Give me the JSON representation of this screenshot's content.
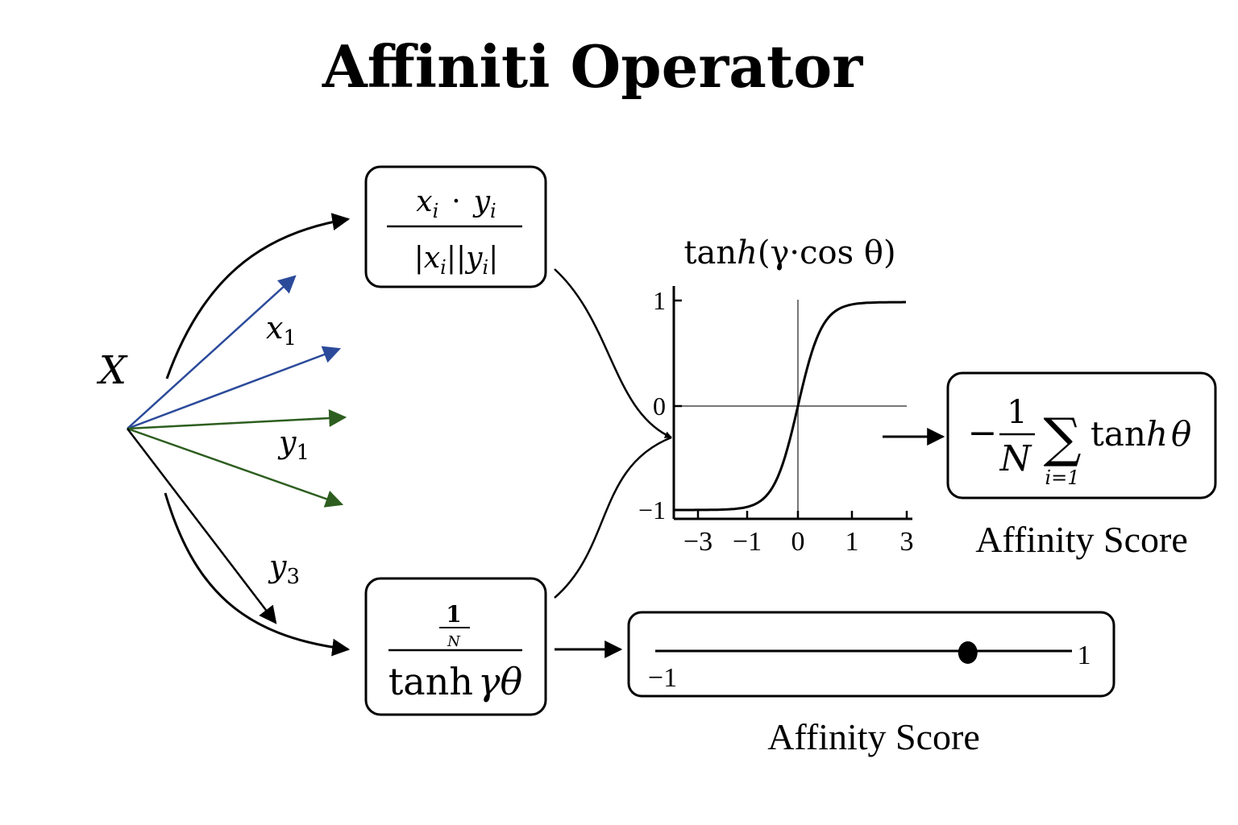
{
  "title": "Affiniti Operator",
  "input": {
    "label": "X",
    "vectors": [
      {
        "label": "x",
        "sub": "1",
        "color": "#2b4a9a"
      },
      {
        "label": "y",
        "sub": "1",
        "color": "#2d5e1f"
      },
      {
        "label": "y",
        "sub": "3",
        "color": "#000000"
      }
    ]
  },
  "cosine_box": {
    "num_x": "x",
    "num_y": "y",
    "sub": "i",
    "dot": "·",
    "den_x": "x",
    "den_y": "y"
  },
  "tanh_box": {
    "num": "1",
    "num_den": "N",
    "den_prefix": "tanh",
    "den_var": "γθ"
  },
  "plot": {
    "title_prefix": "tan",
    "title_h": "h",
    "title_rest": "(γ·cos θ)",
    "x_ticks": [
      "−3",
      "−1",
      "0",
      "1",
      "3"
    ],
    "y_ticks": [
      "1",
      "0",
      "−1"
    ]
  },
  "score_formula": {
    "minus": "−",
    "num": "1",
    "den": "N",
    "sigma": "∑",
    "sub": "i=1",
    "func": "tan",
    "h": "h",
    "var": "θ",
    "caption": "Affinity Score"
  },
  "slider": {
    "min_label": "−1",
    "max_label": "1",
    "value": 0.5,
    "caption": "Affinity Score"
  },
  "colors": {
    "blue": "#2b4a9a",
    "green": "#2d5e1f",
    "axis_gray": "#777777"
  }
}
